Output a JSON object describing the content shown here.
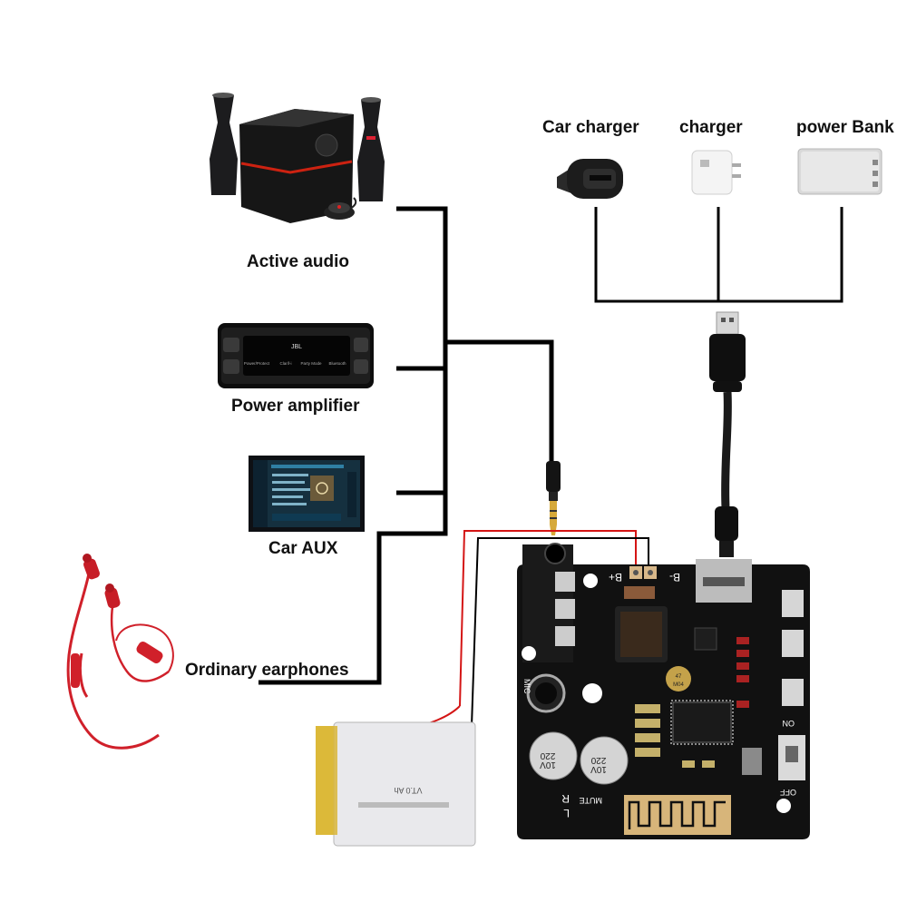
{
  "sources": {
    "active_audio": "Active audio",
    "power_amplifier": "Power amplifier",
    "car_aux": "Car AUX",
    "ordinary_earphones": "Ordinary earphones"
  },
  "power": {
    "car_charger": "Car charger",
    "charger": "charger",
    "power_bank": "power Bank"
  },
  "board": {
    "b_plus": "B+",
    "b_minus": "B-",
    "mic": "MIC",
    "mute": "MUTE",
    "on": "ON",
    "off": "OFF",
    "l": "L",
    "r": "R",
    "cap_value": "220",
    "cap_voltage": "10V",
    "tant_value": "47",
    "tant_code": "M04",
    "battery_label": "VT.0 Ah"
  },
  "amp_panel": {
    "brand": "JBL",
    "items": [
      "Power/Protect",
      "Clarif-i",
      "Party Mode",
      "Bluetooth"
    ]
  },
  "colors": {
    "line": "#000000",
    "wire_red": "#d41515",
    "board": "#111111",
    "earphones": "#d0202a"
  }
}
